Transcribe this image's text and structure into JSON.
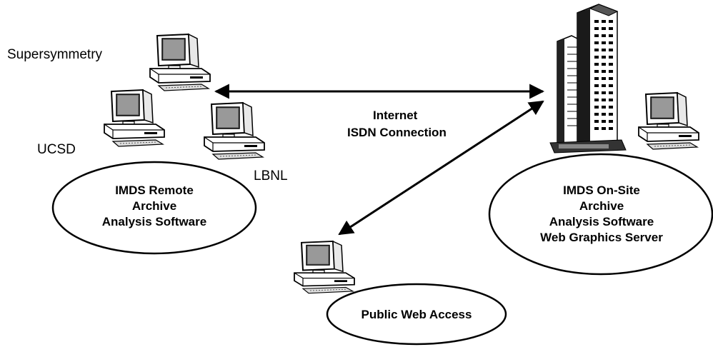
{
  "labels": {
    "supersymmetry": "Supersymmetry",
    "ucsd": "UCSD",
    "lbnl": "LBNL",
    "internet": "Internet",
    "isdn": "ISDN Connection"
  },
  "remote_site": {
    "lines": [
      "IMDS Remote",
      "Archive",
      "Analysis Software"
    ]
  },
  "onsite": {
    "lines": [
      "IMDS On-Site",
      "Archive",
      "Analysis Software",
      "Web Graphics Server"
    ]
  },
  "public": {
    "label": "Public Web Access"
  }
}
